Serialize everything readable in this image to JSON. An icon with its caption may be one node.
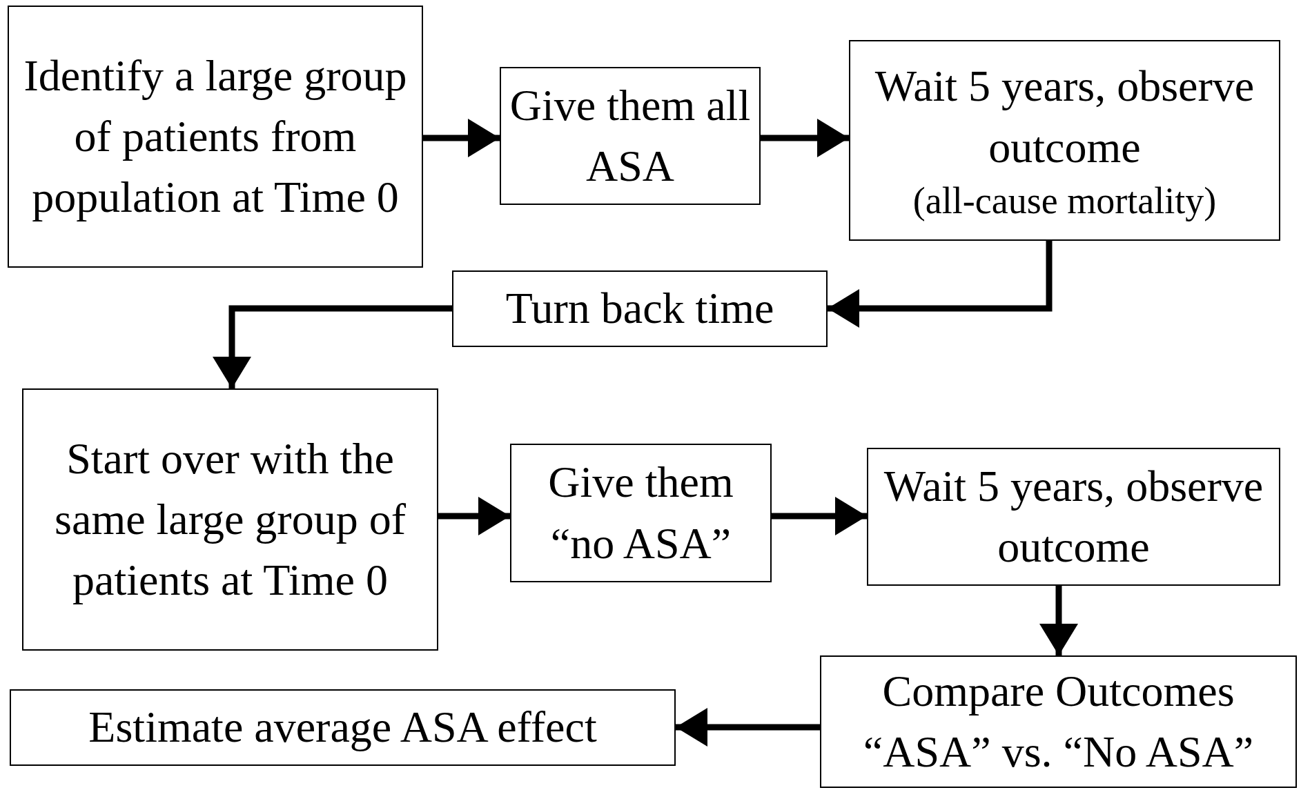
{
  "diagram": {
    "nodes": [
      {
        "text": [
          "Identify a large group of patients from population at Time 0"
        ]
      },
      {
        "text": [
          "Give them all ASA"
        ]
      },
      {
        "text": [
          "Wait 5 years, observe outcome",
          "(all-cause mortality)"
        ]
      },
      {
        "text": [
          "Turn back time"
        ]
      },
      {
        "text": [
          "Start over with the same large group of patients at Time 0"
        ]
      },
      {
        "text": [
          "Give them “no ASA”"
        ]
      },
      {
        "text": [
          "Wait 5 years, observe outcome"
        ]
      },
      {
        "text": [
          "Compare Outcomes “ASA” vs. “No ASA”"
        ]
      },
      {
        "text": [
          "Estimate average ASA effect"
        ]
      }
    ],
    "edges": [
      {
        "from": 0,
        "to": 1,
        "arrow": "to"
      },
      {
        "from": 1,
        "to": 2,
        "arrow": "to"
      },
      {
        "from": 2,
        "to": 3,
        "arrow": "to"
      },
      {
        "from": 3,
        "to": 4,
        "arrow": "to"
      },
      {
        "from": 4,
        "to": 5,
        "arrow": "to"
      },
      {
        "from": 5,
        "to": 6,
        "arrow": "to"
      },
      {
        "from": 6,
        "to": 7,
        "arrow": "to"
      },
      {
        "from": 7,
        "to": 8,
        "arrow": "to"
      }
    ]
  }
}
